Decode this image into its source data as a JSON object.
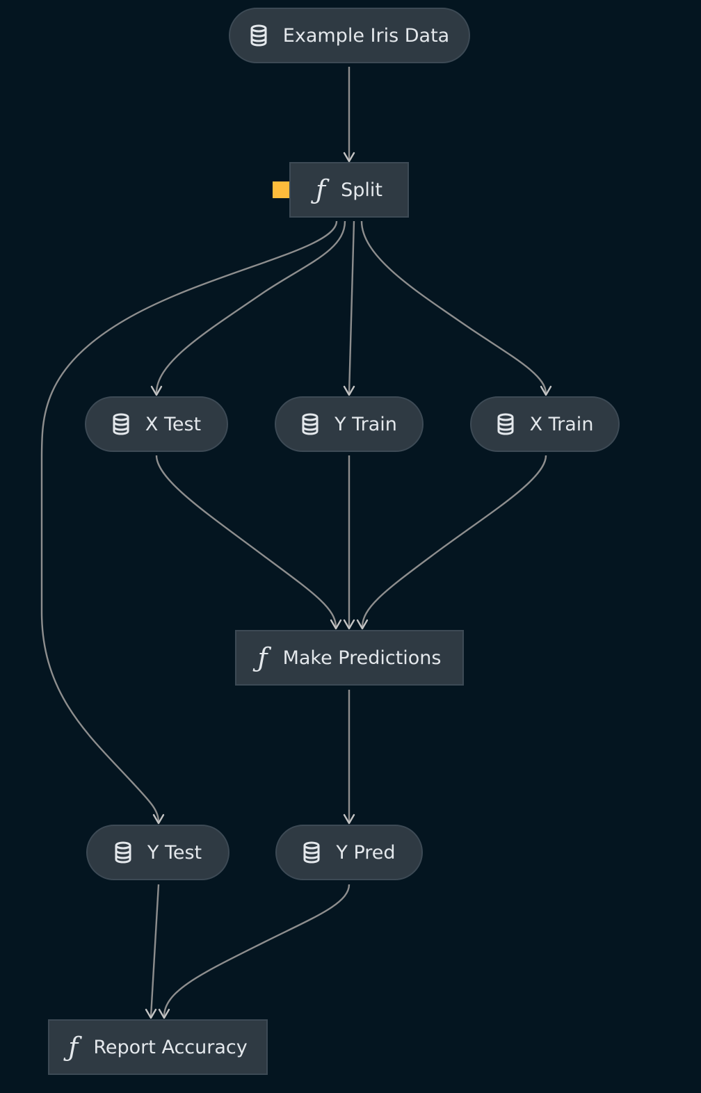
{
  "diagram": {
    "background_color": "#041520",
    "node_color": "#2f3a43",
    "edge_color": "#8e8e8e",
    "marker_color": "#ffbc3c",
    "nodes": {
      "example_iris_data": {
        "label": "Example Iris Data",
        "kind": "data",
        "icon": "database-icon"
      },
      "split": {
        "label": "Split",
        "kind": "task",
        "icon": "function-icon"
      },
      "x_test": {
        "label": "X Test",
        "kind": "data",
        "icon": "database-icon"
      },
      "y_train": {
        "label": "Y Train",
        "kind": "data",
        "icon": "database-icon"
      },
      "x_train": {
        "label": "X Train",
        "kind": "data",
        "icon": "database-icon"
      },
      "make_predictions": {
        "label": "Make Predictions",
        "kind": "task",
        "icon": "function-icon"
      },
      "y_test": {
        "label": "Y Test",
        "kind": "data",
        "icon": "database-icon"
      },
      "y_pred": {
        "label": "Y Pred",
        "kind": "data",
        "icon": "database-icon"
      },
      "report_accuracy": {
        "label": "Report Accuracy",
        "kind": "task",
        "icon": "function-icon"
      }
    },
    "edges": [
      [
        "example_iris_data",
        "split"
      ],
      [
        "split",
        "y_test"
      ],
      [
        "split",
        "x_test"
      ],
      [
        "split",
        "y_train"
      ],
      [
        "split",
        "x_train"
      ],
      [
        "x_test",
        "make_predictions"
      ],
      [
        "y_train",
        "make_predictions"
      ],
      [
        "x_train",
        "make_predictions"
      ],
      [
        "make_predictions",
        "y_pred"
      ],
      [
        "y_test",
        "report_accuracy"
      ],
      [
        "y_pred",
        "report_accuracy"
      ]
    ]
  }
}
